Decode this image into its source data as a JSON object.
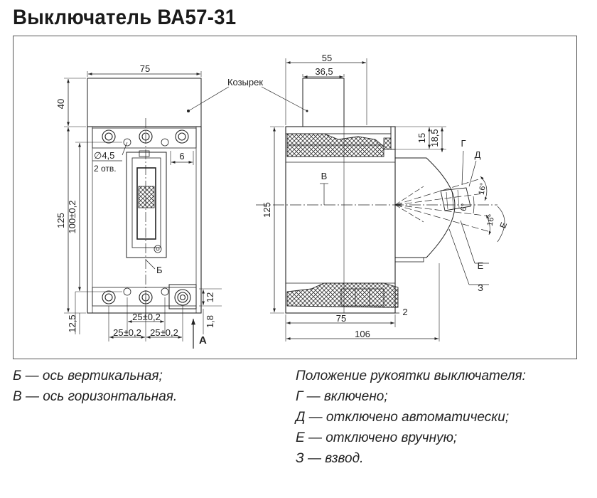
{
  "title": "Выключатель ВА57-31",
  "front_view": {
    "width": "75",
    "top_height": "40",
    "height": "125",
    "mount_spacing": "100±0,2",
    "bottom_offset": "12,5",
    "hole_spec": "∅4,5",
    "hole_count": "2 отв.",
    "terminal_width": "6",
    "pitch_center": "25±0,2",
    "pitch_left": "25±0,2",
    "pitch_right": "25±0,2",
    "terminal_height": "12",
    "terminal_offset": "1,8",
    "view_label": "А",
    "axis_b": "Б"
  },
  "side_view": {
    "visor_label": "Козырек",
    "visor_width": "55",
    "visor_inner": "36,5",
    "height": "125",
    "cover_15": "15",
    "cover_18_5": "18,5",
    "depth_body": "75",
    "depth_total": "106",
    "gap": "2",
    "axis_v": "В",
    "pos_g": "Г",
    "pos_d": "Д",
    "pos_e": "Е",
    "pos_z": "З",
    "angle_16a": "16°",
    "angle_6": "6°",
    "angle_16b": "16°",
    "letter_e": "Е"
  },
  "legend_left": [
    "Б — ось вертикальная;",
    "В — ось горизонтальная."
  ],
  "legend_right": {
    "heading": "Положение рукоятки выключателя:",
    "items": [
      "Г — включено;",
      "Д — отключено автоматически;",
      "Е — отключено вручную;",
      "З — взвод."
    ]
  }
}
